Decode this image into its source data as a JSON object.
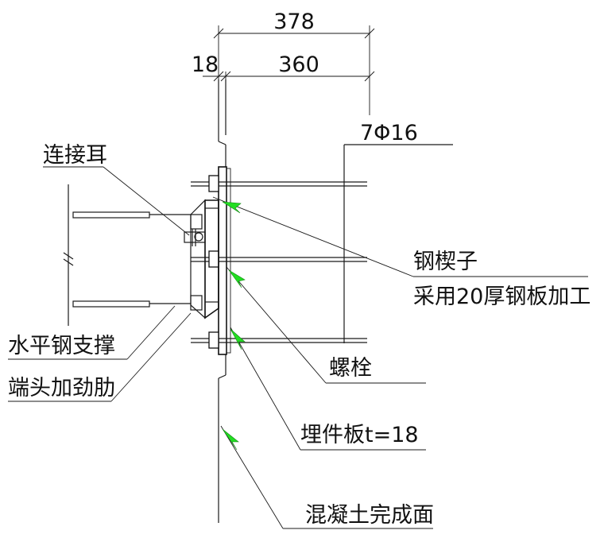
{
  "dimensions": {
    "total": "378",
    "plate": "18",
    "bolt_span": "360"
  },
  "rebar_label": "7Φ16",
  "labels": {
    "connecting_ear": "连接耳",
    "steel_wedge_line1": "钢楔子",
    "steel_wedge_line2": "采用20厚钢板加工",
    "bolt": "螺栓",
    "embedded_plate": "埋件板t=18",
    "horizontal_brace": "水平钢支撑",
    "end_stiffener": "端头加劲肋",
    "concrete_surface": "混凝土完成面"
  },
  "colors": {
    "line": "#1a1a1a",
    "arrow_fill": "#22dd22"
  }
}
